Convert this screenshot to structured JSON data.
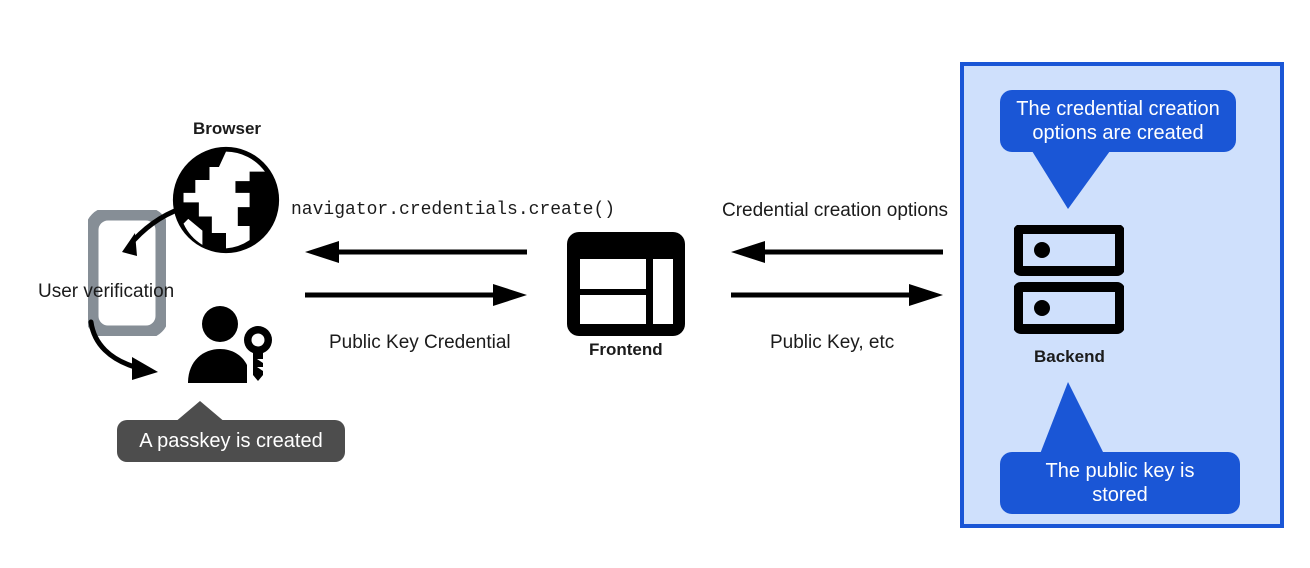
{
  "diagram": {
    "title": "WebAuthn passkey registration flow",
    "colors": {
      "panel_fill": "#cfe0fc",
      "panel_border": "#1a56d6",
      "tooltip_blue": "#1a56d6",
      "tooltip_dark": "#4d4d4d",
      "icon_black": "#000000",
      "phone_gray": "#868e96",
      "text": "#1b1b1b"
    },
    "nodes": {
      "browser_label": "Browser",
      "frontend_label": "Frontend",
      "backend_label": "Backend",
      "user_verification_label": "User verification"
    },
    "edges": {
      "left_top_label": "navigator.credentials.create()",
      "left_bottom_label": "Public Key Credential",
      "right_top_label": "Credential creation options",
      "right_bottom_label": "Public Key, etc",
      "left_top_direction": "left",
      "left_bottom_direction": "right",
      "right_top_direction": "left",
      "right_bottom_direction": "right"
    },
    "tooltips": {
      "passkey_created": "A passkey is created",
      "credential_options_line1": "The credential creation",
      "credential_options_line2": "options are created",
      "public_key_stored_line1": "The public key is",
      "public_key_stored_line2": "stored"
    },
    "icons": {
      "browser": "globe-icon",
      "frontend": "web-layout-icon",
      "backend": "server-rack-icon",
      "phone": "smartphone-icon",
      "user_key": "person-with-key-icon"
    }
  }
}
